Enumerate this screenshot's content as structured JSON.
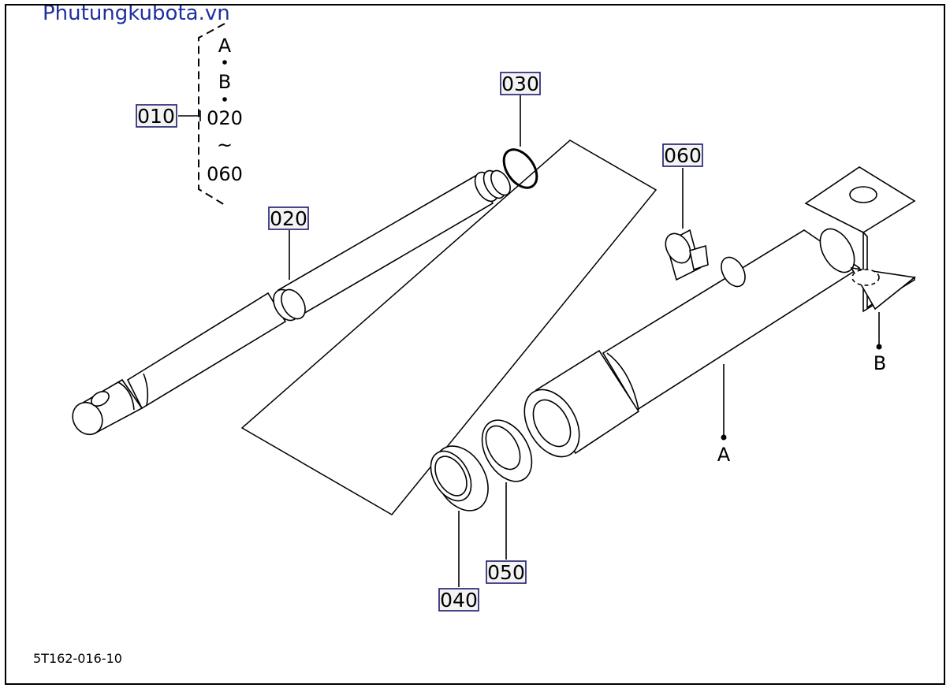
{
  "watermark": "Phutungkubota.vn",
  "drawing_code": "5T162-016-10",
  "assembly": {
    "label": "010",
    "includes": [
      "A",
      "B",
      "020",
      "~",
      "060"
    ]
  },
  "callouts": {
    "p020": "020",
    "p030": "030",
    "p040": "040",
    "p050": "050",
    "p060": "060",
    "ref_a": "A",
    "ref_b": "B"
  },
  "colors": {
    "watermark": "#1f2fa0",
    "label_box_border": "#1a1a6e",
    "label_box_fill": "#f3f3f3",
    "line": "#000000"
  }
}
